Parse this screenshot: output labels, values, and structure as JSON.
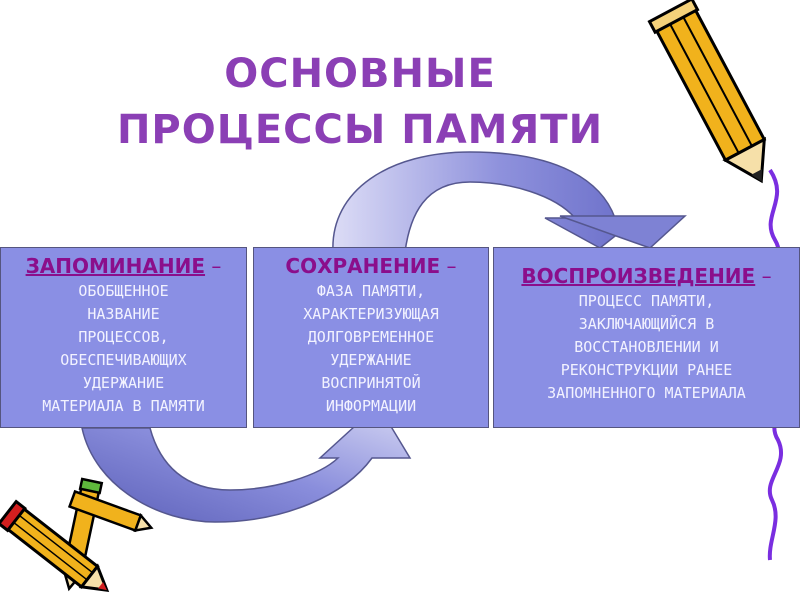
{
  "title": {
    "line1": "ОСНОВНЫЕ",
    "line2": "ПРОЦЕССЫ ПАМЯТИ"
  },
  "boxes": [
    {
      "term": "ЗАПОМИНАНИЕ",
      "dash": " –",
      "lines": [
        "ОБОБЩЕННОЕ",
        "НАЗВАНИЕ",
        "ПРОЦЕССОВ,",
        "ОБЕСПЕЧИВАЮЩИХ",
        "УДЕРЖАНИЕ",
        "МАТЕРИАЛА В ПАМЯТИ"
      ]
    },
    {
      "term": "СОХРАНЕНИЕ",
      "dash": " –",
      "lines": [
        "ФАЗА ПАМЯТИ,",
        "ХАРАКТЕРИЗУЮЩАЯ",
        "ДОЛГОВРЕМЕННОЕ",
        "УДЕРЖАНИЕ",
        "ВОСПРИНЯТОЙ",
        "ИНФОРМАЦИИ"
      ]
    },
    {
      "term": "ВОСПРОИЗВЕДЕНИЕ",
      "dash": " –",
      "lines": [
        "ПРОЦЕСС ПАМЯТИ,",
        "ЗАКЛЮЧАЮЩИЙСЯ В",
        "ВОССТАНОВЛЕНИИ И",
        "РЕКОНСТРУКЦИИ РАНЕЕ",
        "ЗАПОМНЕННОГО МАТЕРИАЛА"
      ]
    }
  ],
  "colors": {
    "title": "#8b3fb5",
    "box_fill": "#8a8fe4",
    "term": "#8b0e8b",
    "arrow": "#7b7fd0",
    "squiggle": "#7a2ee0"
  },
  "icons": [
    "pencil-top-right",
    "pencils-bottom-left",
    "purple-squiggle",
    "curved-arrow-top",
    "curved-arrow-bottom"
  ]
}
